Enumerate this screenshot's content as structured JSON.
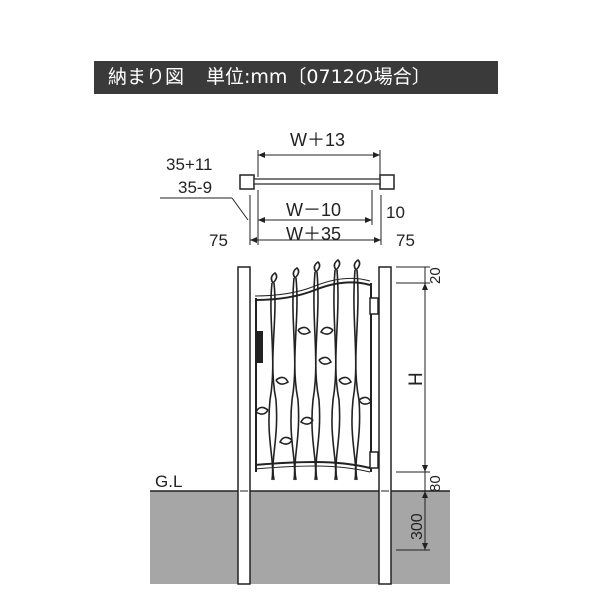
{
  "header": {
    "title": "納まり図",
    "unit": "単位:mm〔0712の場合〕"
  },
  "dimensions": {
    "top_width": "W＋13",
    "post_offset_a": "35+11",
    "post_offset_b": "35-9",
    "inner_width": "W－10",
    "inner_right": "10",
    "outer_width": "W＋35",
    "post_left": "75",
    "post_right": "75",
    "top_gap": "20",
    "height": "H",
    "bottom_gap": "80",
    "foundation_depth": "300"
  },
  "ground_label": "G.L",
  "colors": {
    "title_bg": "#3a3a3a",
    "ground": "#a6a6a6",
    "line": "#222222"
  }
}
